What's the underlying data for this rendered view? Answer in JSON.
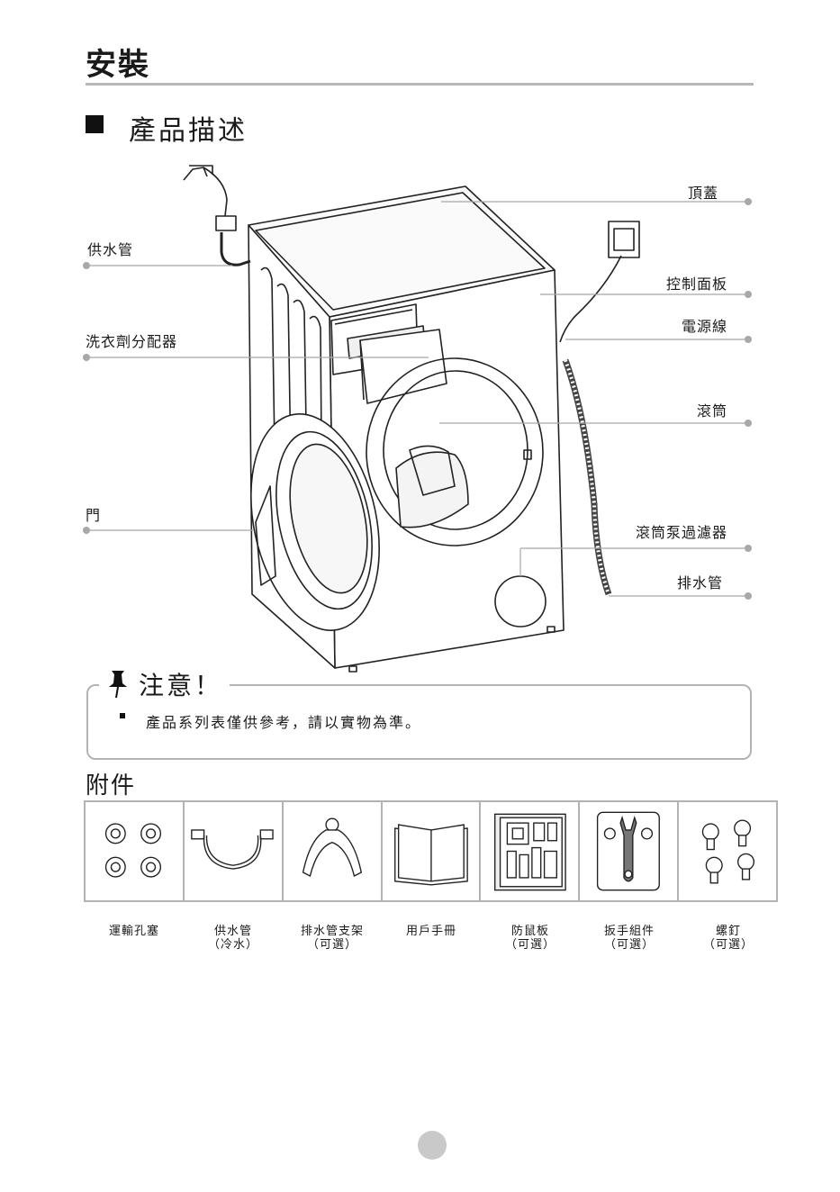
{
  "title": "安裝",
  "section_title": "產品描述",
  "parts": {
    "water_pipe": "供水管",
    "detergent_box": "洗衣劑分配器",
    "door": "門",
    "top_cover": "頂蓋",
    "control_panel": "控制面板",
    "power_cord": "電源線",
    "drum": "滾筒",
    "pump_filter": "滾筒泵過濾器",
    "drain_hose": "排水管"
  },
  "notice": {
    "title": "注意！",
    "text": "產品系列表僅供參考，請以實物為準。"
  },
  "accessories": {
    "title": "附件",
    "items": [
      {
        "line1": "運輸孔塞",
        "line2": ""
      },
      {
        "line1": "供水管",
        "line2": "（冷水）"
      },
      {
        "line1": "排水管支架",
        "line2": "（可選）"
      },
      {
        "line1": "用戶手冊",
        "line2": ""
      },
      {
        "line1": "防鼠板",
        "line2": "（可選）"
      },
      {
        "line1": "扳手組件",
        "line2": "（可選）"
      },
      {
        "line1": "螺釘",
        "line2": "（可選）"
      }
    ]
  },
  "icons": {
    "notice_icon": "pushpin-icon",
    "section_marker": "square-bullet-icon"
  },
  "colors": {
    "rule": "#b7b7b7",
    "leader": "#a8a8a8",
    "text": "#1a1a1a"
  }
}
